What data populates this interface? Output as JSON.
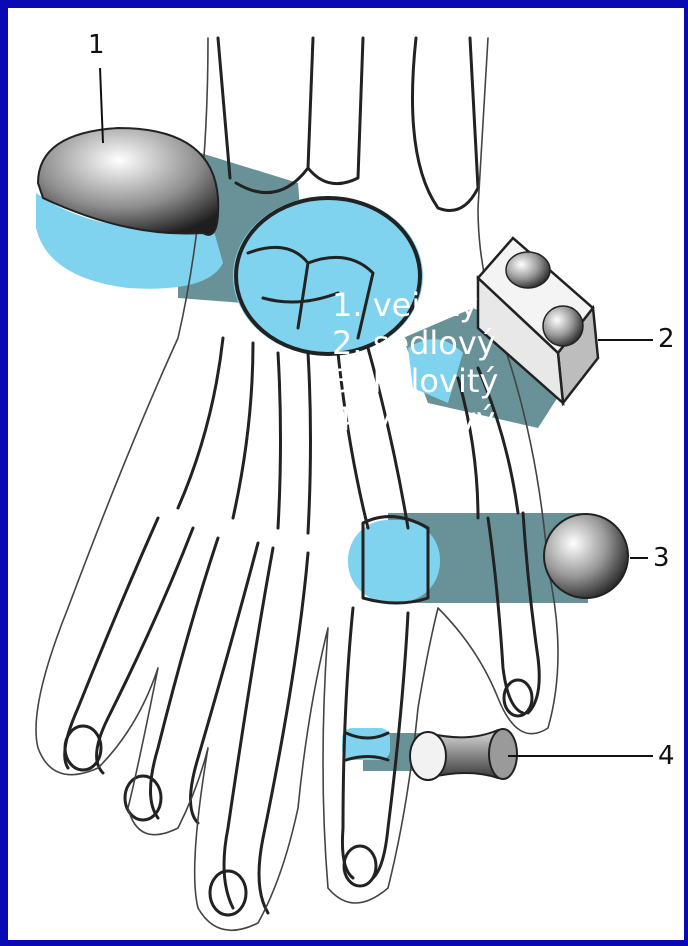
{
  "callouts": {
    "c1": "1",
    "c2": "2",
    "c3": "3",
    "c4": "4"
  },
  "overlay_lines": [
    "1. vejčitý",
    "2. sedlový",
    "3. kulovitý",
    "4. válcový"
  ],
  "colors": {
    "border": "#0a0ab4",
    "highlight": "#7fd3ee",
    "shadow": "#4f7f86",
    "bone_stroke": "#222222"
  }
}
